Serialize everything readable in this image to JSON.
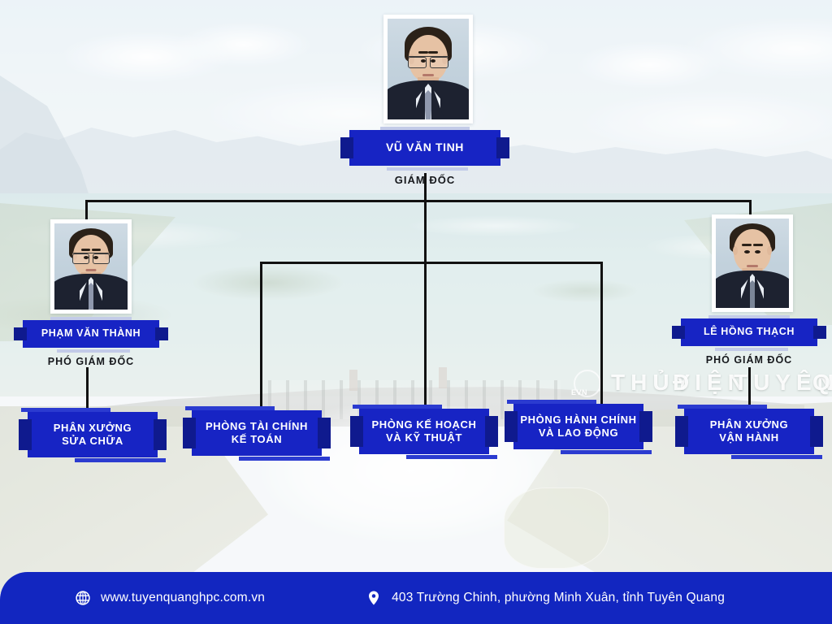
{
  "meta": {
    "doc_type": "organizational-chart",
    "language": "vi",
    "background_description": "faded photo of Tuyen Quang hydropower dam, lake and mountains",
    "watermark_words": [
      "THỦY",
      "ĐIỆN",
      "TUYÊN",
      "Q"
    ],
    "watermark_logo_text": "EVN"
  },
  "colors": {
    "box_blue": "#1724c4",
    "box_blue_dark": "#0f1a8e",
    "rule_blue": "#2b3bd0",
    "rule_light": "#c3cbe8",
    "footer_blue": "#1226c0",
    "connector_black": "#111111",
    "subtitle_text": "#16181c"
  },
  "chart": {
    "level1": {
      "name": "VŨ VĂN TINH",
      "title": "GIÁM ĐỐC",
      "photo_alt": "portrait-vu-van-tinh"
    },
    "level2": [
      {
        "name": "PHẠM VĂN THÀNH",
        "title": "PHÓ GIÁM ĐỐC",
        "photo_alt": "portrait-pham-van-thanh",
        "side": "left"
      },
      {
        "name": "LÊ HỒNG THẠCH",
        "title": "PHÓ GIÁM ĐỐC",
        "photo_alt": "portrait-le-hong-thach",
        "side": "right"
      }
    ],
    "level3": [
      {
        "line1": "PHÂN XƯỞNG",
        "line2": "SỬA CHỮA"
      },
      {
        "line1": "PHÒNG TÀI CHÍNH",
        "line2": "KẾ TOÁN"
      },
      {
        "line1": "PHÒNG KẾ HOẠCH",
        "line2": "VÀ KỸ THUẬT"
      },
      {
        "line1": "PHÒNG HÀNH CHÍNH",
        "line2": "VÀ LAO ĐỘNG"
      },
      {
        "line1": "PHÂN XƯỞNG",
        "line2": "VẬN HÀNH"
      }
    ]
  },
  "footer": {
    "website_icon": "globe-icon",
    "website": "www.tuyenquanghpc.com.vn",
    "address_icon": "location-pin-icon",
    "address": "403 Trường Chinh, phường Minh Xuân, tỉnh Tuyên Quang"
  }
}
